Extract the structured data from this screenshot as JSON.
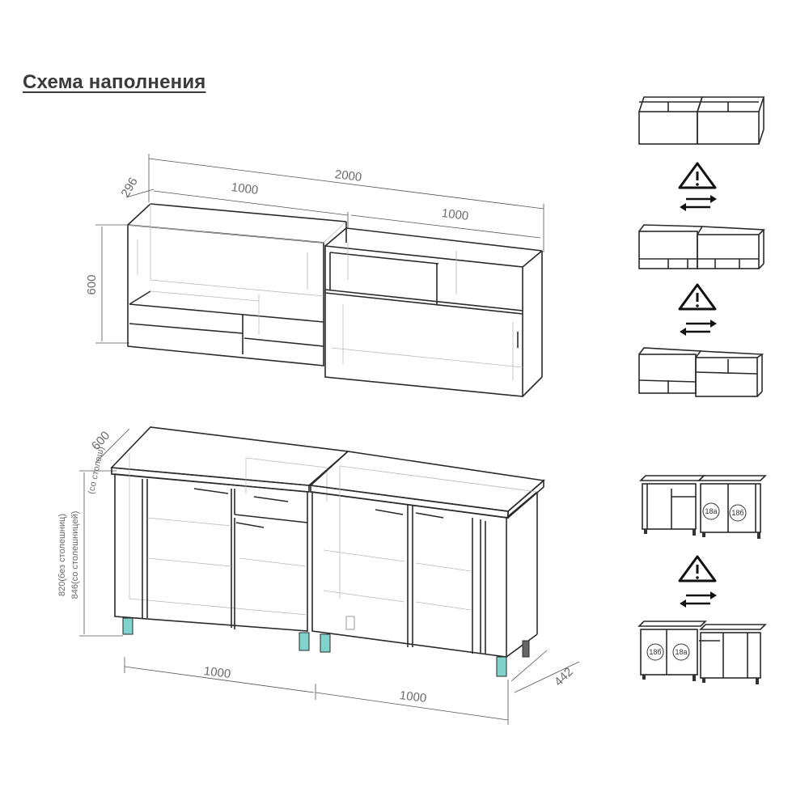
{
  "title": "Схема наполнения",
  "wall_units": {
    "total_width": "2000",
    "left_width": "1000",
    "right_width": "1000",
    "depth": "296",
    "height": "600"
  },
  "base_units": {
    "depth": "600",
    "depth_note": "(со столеш)",
    "height_without_top": "820(без столешниц)",
    "height_with_top": "846(со столешницей)",
    "left_width": "1000",
    "right_width": "1000",
    "leg_depth": "442"
  },
  "variant_labels": {
    "door_a": "18а",
    "door_b": "18б"
  },
  "icons": [
    "warning-icon",
    "swap-arrows-icon"
  ]
}
